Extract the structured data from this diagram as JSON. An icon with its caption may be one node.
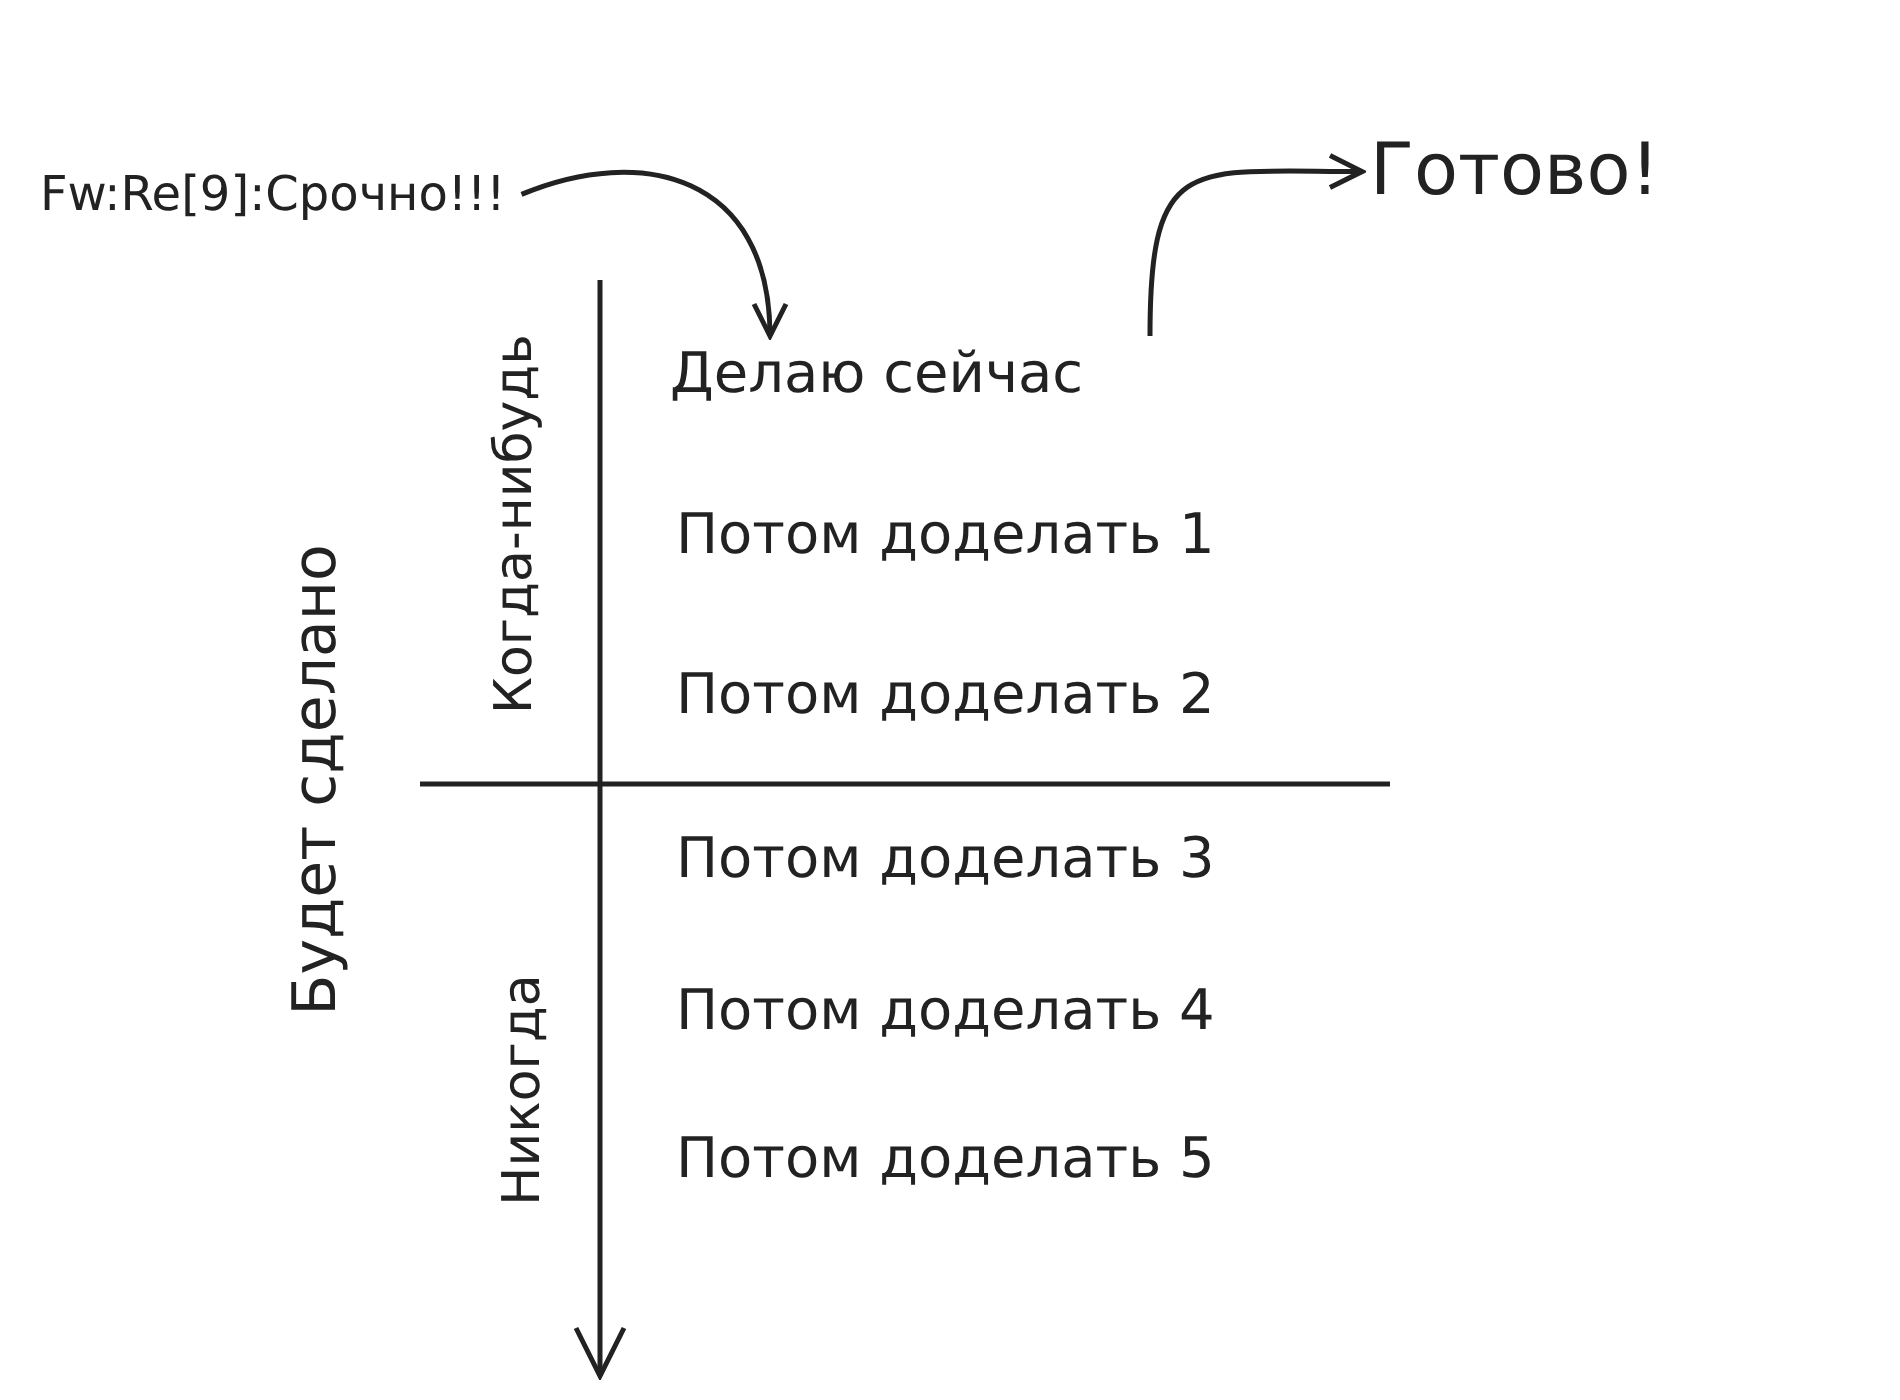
{
  "diagram": {
    "nodes": [
      {
        "text": [
          "Fw:Re[9]:Срочно!!!"
        ]
      },
      {
        "text": [
          "Делаю сейчас"
        ]
      },
      {
        "text": [
          "Готово!"
        ]
      }
    ],
    "edges": [
      {
        "from": 0,
        "to": 1,
        "arrow": "to"
      },
      {
        "from": 1,
        "to": 2,
        "arrow": "to"
      }
    ],
    "labels": [
      "Когда-нибудь",
      "Будет сделано",
      "Потом доделать 1",
      "Потом доделать 2",
      "Потом доделать 3",
      "Никогда",
      "Потом доделать 4",
      "Потом доделать 5"
    ]
  }
}
